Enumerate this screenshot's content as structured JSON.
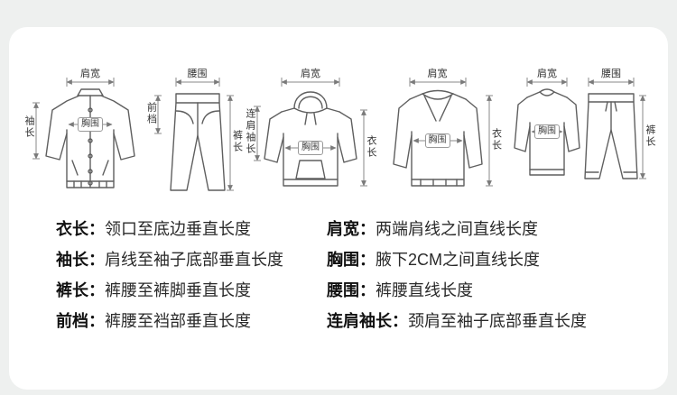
{
  "colors": {
    "page_bg": "#eef0ef",
    "card_bg": "#ffffff",
    "garment_line": "#5f5f5f",
    "dimension_line": "#8a8a8a",
    "text": "#111111"
  },
  "figures": [
    {
      "id": "jacket",
      "top": "肩宽",
      "left": "袖长",
      "chest": "胸围"
    },
    {
      "id": "pants",
      "top": "腰围",
      "left": "前档",
      "right": "裤长"
    },
    {
      "id": "hoodie",
      "top": "肩宽",
      "left": "连肩袖长",
      "chest": "胸围",
      "right": "衣长"
    },
    {
      "id": "sweater",
      "top": "肩宽",
      "chest": "胸围",
      "right": "衣长"
    },
    {
      "id": "sweatsuit",
      "top_shirt": "肩宽",
      "top_pants": "腰围",
      "chest": "胸围",
      "right": "裤长"
    }
  ],
  "definitions": {
    "left": [
      {
        "term": "衣长：",
        "desc": "领口至底边垂直长度"
      },
      {
        "term": "袖长：",
        "desc": "肩线至袖子底部垂直长度"
      },
      {
        "term": "裤长：",
        "desc": "裤腰至裤脚垂直长度"
      },
      {
        "term": "前档：",
        "desc": "裤腰至裆部垂直长度"
      }
    ],
    "right": [
      {
        "term": "肩宽：",
        "desc": "两端肩线之间直线长度"
      },
      {
        "term": "胸围：",
        "desc": "腋下2CM之间直线长度"
      },
      {
        "term": "腰围：",
        "desc": "裤腰直线长度"
      },
      {
        "term": "连肩袖长：",
        "desc": "颈肩至袖子底部垂直长度"
      }
    ]
  }
}
